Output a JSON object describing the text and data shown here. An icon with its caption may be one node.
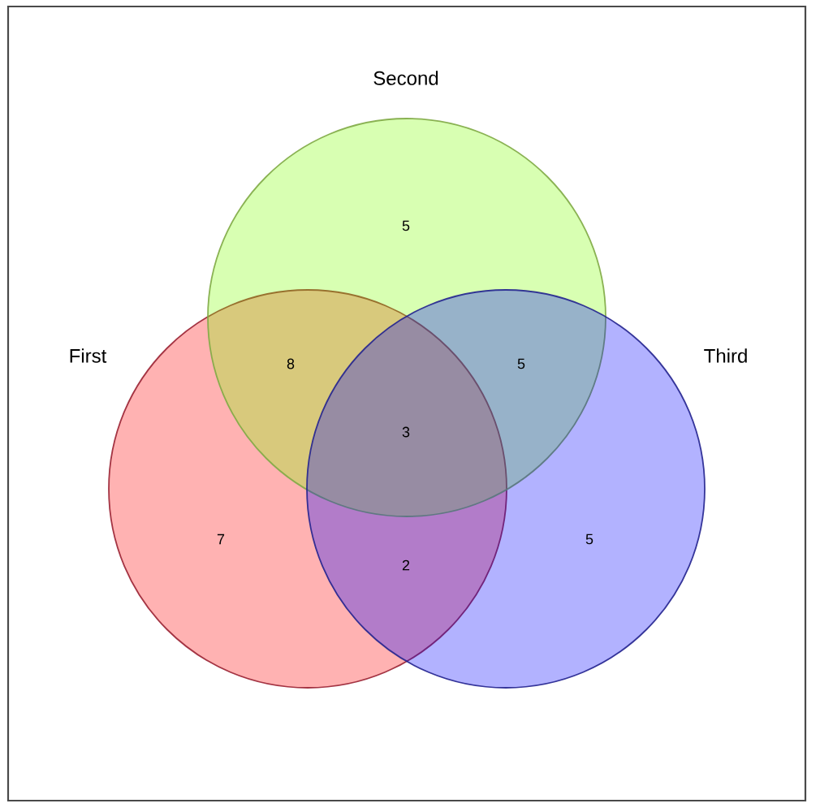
{
  "diagram": {
    "nodes": [
      {
        "text": [
          "Second"
        ]
      },
      {
        "text": [
          "First"
        ]
      },
      {
        "text": [
          "Third"
        ]
      }
    ],
    "labels": [
      "5",
      "8",
      "5",
      "3",
      "7",
      "2",
      "5"
    ]
  }
}
